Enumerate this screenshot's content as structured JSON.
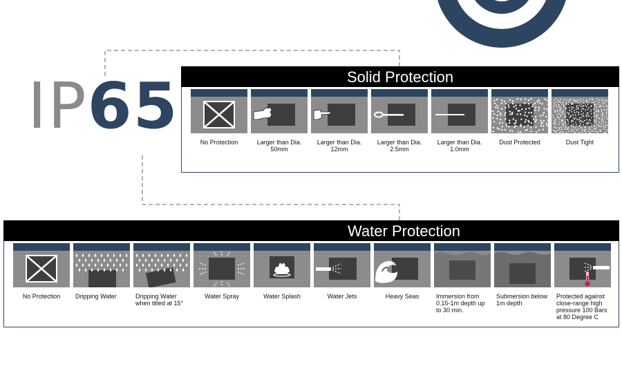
{
  "title": {
    "prefix": "IP",
    "rating": "65"
  },
  "colors": {
    "navy": "#2d4560",
    "grey_text": "#8a8a8a",
    "tile_grey": "#8c8c8c",
    "dark_box": "#3e3e3e",
    "header": "#000000"
  },
  "solid": {
    "heading": "Solid Protection",
    "items": [
      {
        "icon": "no-protection-icon",
        "label": "No Protection"
      },
      {
        "icon": "hand-icon",
        "label": "Larger than Dia. 50mm"
      },
      {
        "icon": "finger-icon",
        "label": "Larger than Dia. 12mm"
      },
      {
        "icon": "tool-icon",
        "label": "Larger than Dia. 2.5mm"
      },
      {
        "icon": "wire-icon",
        "label": "Larger than Dia. 1.0mm"
      },
      {
        "icon": "dust-icon",
        "label": "Dust Protected"
      },
      {
        "icon": "dense-dust-icon",
        "label": "Dust Tight"
      }
    ]
  },
  "water": {
    "heading": "Water Protection",
    "items": [
      {
        "icon": "no-protection-icon",
        "label": "No Protection"
      },
      {
        "icon": "drip-icon",
        "label": "Dripping Water"
      },
      {
        "icon": "drip-tilted-icon",
        "label": "Dripping Water when titled at 15°"
      },
      {
        "icon": "spray-icon",
        "label": "Water Spray"
      },
      {
        "icon": "splash-icon",
        "label": "Water Splash"
      },
      {
        "icon": "jet-icon",
        "label": "Water Jets"
      },
      {
        "icon": "wave-icon",
        "label": "Heavy Seas"
      },
      {
        "icon": "immersion-icon",
        "label": "Immersion from 0.15-1m depth up to 30 min."
      },
      {
        "icon": "submersion-icon",
        "label": "Submersion below 1m depth"
      },
      {
        "icon": "high-pressure-icon",
        "label": "Protected against close-range high pressure 100 Bars at 80 Degree C"
      }
    ]
  }
}
